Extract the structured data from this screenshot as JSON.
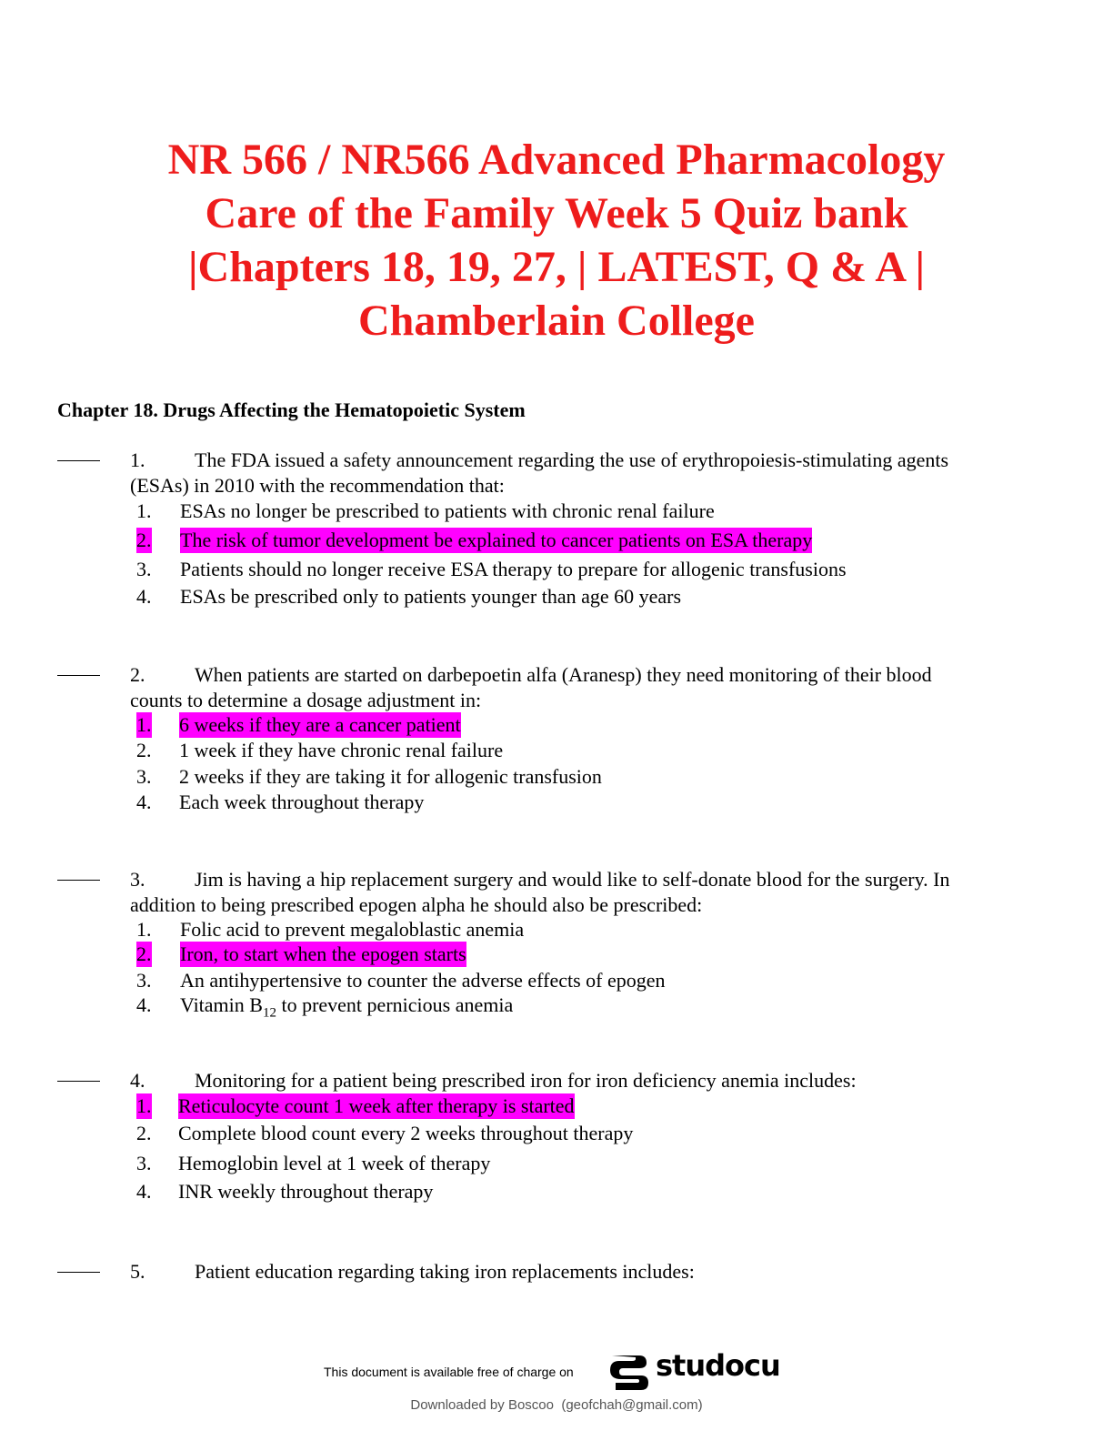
{
  "title": {
    "line1": "NR 566 / NR566 Advanced Pharmacology",
    "line2": "Care of the Family Week 5 Quiz bank",
    "line3": "|Chapters 18, 19, 27, | LATEST, Q & A |",
    "line4": "Chamberlain College"
  },
  "chapter_heading": "Chapter 18. Drugs Affecting the Hematopoietic System",
  "questions": [
    {
      "number": "1.",
      "stem": "The FDA issued a safety announcement regarding the use of erythropoiesis-stimulating agents (ESAs) in 2010 with the recommendation that:",
      "options": [
        {
          "number": "1.",
          "text": "ESAs no longer be prescribed to patients with chronic renal failure"
        },
        {
          "number": "2.",
          "text": "The risk of tumor development be explained to cancer patients on ESA therapy",
          "highlighted": true
        },
        {
          "number": "3.",
          "text": "Patients should no longer receive ESA therapy to prepare for allogenic transfusions"
        },
        {
          "number": "4.",
          "text": "ESAs be prescribed only to patients younger than age 60 years"
        }
      ]
    },
    {
      "number": "2.",
      "stem": "When patients are started on darbepoetin alfa (Aranesp) they need monitoring of their blood counts to determine a dosage adjustment in:",
      "options": [
        {
          "number": "1.",
          "text": "6 weeks if they are a cancer patient",
          "highlighted": true
        },
        {
          "number": "2.",
          "text": "1 week if they have chronic renal failure"
        },
        {
          "number": "3.",
          "text": "2 weeks if they are taking it for allogenic transfusion"
        },
        {
          "number": "4.",
          "text": "Each week throughout therapy"
        }
      ]
    },
    {
      "number": "3.",
      "stem": "Jim is having a hip replacement surgery and would like to self-donate blood for the surgery. In addition to being prescribed epogen alpha he should also be prescribed:",
      "options": [
        {
          "number": "1.",
          "text": "Folic acid to prevent megaloblastic anemia"
        },
        {
          "number": "2.",
          "text": "Iron, to start when the epogen starts",
          "highlighted": true
        },
        {
          "number": "3.",
          "text": "An antihypertensive to counter the adverse effects of epogen"
        },
        {
          "number": "4.",
          "text_before": "Vitamin B",
          "text_sub": "12",
          "text_after": " to prevent pernicious anemia"
        }
      ]
    },
    {
      "number": "4.",
      "stem": "Monitoring for a patient being prescribed iron for iron deficiency anemia includes:",
      "options": [
        {
          "number": "1.",
          "text": "Reticulocyte count 1 week after therapy is started",
          "highlighted": true
        },
        {
          "number": "2.",
          "text": "Complete blood count every 2 weeks throughout therapy"
        },
        {
          "number": "3.",
          "text": "Hemoglobin level at 1 week of therapy"
        },
        {
          "number": "4.",
          "text": "INR weekly throughout therapy"
        }
      ]
    },
    {
      "number": "5.",
      "stem": "Patient education regarding taking iron replacements includes:"
    }
  ],
  "footer": {
    "available_text": "This document is available free of charge on",
    "brand": "studocu",
    "downloaded_by": "Downloaded by Boscoo",
    "email": "(geofchah@gmail.com)"
  },
  "colors": {
    "title": "#ee1c1c",
    "highlight": "#ff00ff"
  }
}
